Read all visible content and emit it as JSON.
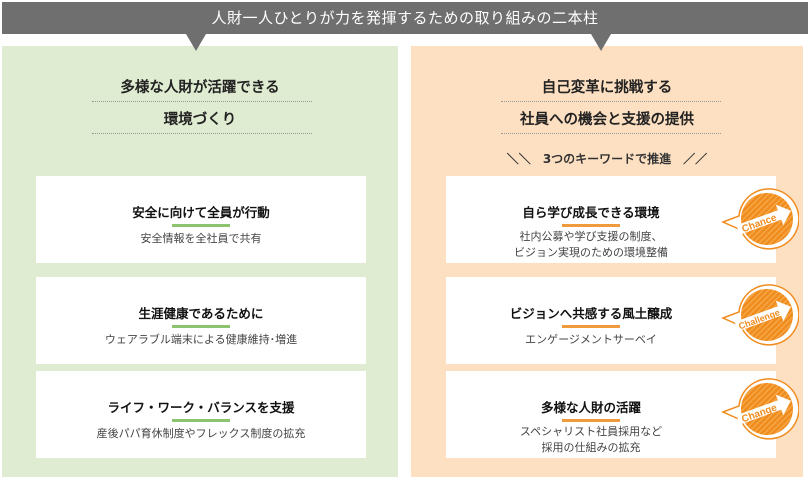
{
  "banner": {
    "title": "人財一人ひとりが力を発揮するための取り組みの二本柱"
  },
  "colors": {
    "banner_bg": "#6f6f6f",
    "left_panel_bg": "#dfecd1",
    "right_panel_bg": "#fde0c2",
    "left_accent": "#8cc36e",
    "right_accent": "#ef9b3d",
    "badge_orange": "#f08c1e"
  },
  "left_pillar": {
    "heading_line1": "多様な人財が活躍できる",
    "heading_line2": "環境づくり",
    "cards": [
      {
        "title": "安全に向けて全員が行動",
        "desc": "安全情報を全社員で共有"
      },
      {
        "title": "生涯健康であるために",
        "desc": "ウェアラブル端末による健康維持･増進"
      },
      {
        "title": "ライフ・ワーク・バランスを支援",
        "desc": "産後パパ育休制度やフレックス制度の拡充"
      }
    ]
  },
  "right_pillar": {
    "heading_line1": "自己変革に挑戦する",
    "heading_line2": "社員への機会と支援の提供",
    "keyword_label": "3つのキーワードで推進",
    "keyword_left_mark": "＼＼",
    "keyword_right_mark": "／／",
    "cards": [
      {
        "title": "自ら学び成長できる環境",
        "desc_line1": "社内公募や学び支援の制度、",
        "desc_line2": "ビジョン実現のための環境整備",
        "badge": "Chance"
      },
      {
        "title": "ビジョンへ共感する風土醸成",
        "desc_line1": "エンゲージメントサーベイ",
        "desc_line2": "",
        "badge": "Challenge"
      },
      {
        "title": "多様な人財の活躍",
        "desc_line1": "スペシャリスト社員採用など",
        "desc_line2": "採用の仕組みの拡充",
        "badge": "Change"
      }
    ]
  }
}
